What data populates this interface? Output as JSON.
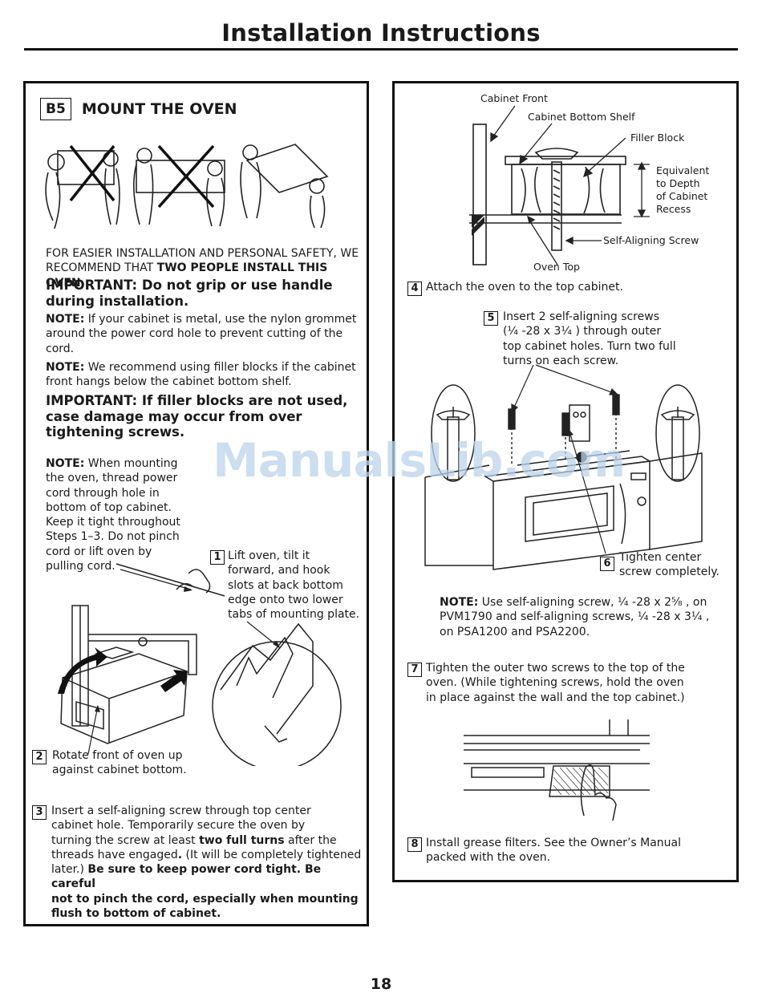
{
  "header": {
    "title": "Installation Instructions"
  },
  "left": {
    "section_code": "B5",
    "section_title": "MOUNT THE OVEN",
    "safety_line1": "FOR EASIER INSTALLATION AND PERSONAL SAFETY, WE",
    "safety_line2_a": "RECOMMEND THAT ",
    "safety_line2_b": "TWO PEOPLE INSTALL THIS OVEN.",
    "important1_l1": "IMPORTANT: Do not grip or use handle",
    "important1_l2": "during installation.",
    "note1_label": "NOTE:",
    "note1_l1": " If your cabinet is metal, use the nylon grommet",
    "note1_l2": "around the power cord hole to prevent cutting of the",
    "note1_l3": "cord.",
    "note2_label": "NOTE:",
    "note2_l1": " We recommend using filler blocks if the cabinet",
    "note2_l2": "front hangs below the cabinet bottom shelf.",
    "important2_l1": "IMPORTANT: If filler blocks are not used,",
    "important2_l2": "case damage may occur from over",
    "important2_l3": "tightening screws.",
    "note3_label": "NOTE:",
    "note3_l1": " When mounting",
    "note3_l2": "the oven, thread power",
    "note3_l3": "cord through hole in",
    "note3_l4": "bottom of top cabinet.",
    "note3_l5": "Keep it tight throughout",
    "note3_l6": "Steps 1–3. Do not pinch",
    "note3_l7": "cord or lift oven by",
    "note3_l8": "pulling cord.",
    "step1": {
      "num": "1",
      "l1": "Lift oven, tilt it",
      "l2": "forward, and hook",
      "l3": "slots at back bottom",
      "l4": "edge onto two lower",
      "l5": "tabs of mounting plate."
    },
    "step2": {
      "num": "2",
      "l1": "Rotate front of oven up",
      "l2": "against cabinet bottom."
    },
    "step3": {
      "num": "3",
      "l1": "Insert a self-aligning screw through top center",
      "l2": "cabinet hole. Temporarily secure the oven by",
      "l3a": "turning the screw at least ",
      "l3b": "two full turns",
      "l3c": " after the",
      "l4a": "threads have engaged",
      "l4b": ".",
      "l4c": " (It will be completely tightened",
      "l5a": "later.) ",
      "l5b": "Be sure to keep power cord tight. Be careful",
      "l6": "not to pinch the cord, especially when mounting",
      "l7": "flush to bottom of cabinet."
    }
  },
  "right": {
    "diagram_labels": {
      "cabinet_front": "Cabinet Front",
      "cabinet_bottom_shelf": "Cabinet Bottom Shelf",
      "filler_block": "Filler Block",
      "equiv_l1": "Equivalent",
      "equiv_l2": "to Depth",
      "equiv_l3": "of Cabinet",
      "equiv_l4": "Recess",
      "self_aligning_screw": "Self-Aligning Screw",
      "oven_top": "Oven Top"
    },
    "step4": {
      "num": "4",
      "text": "Attach the oven to the top cabinet."
    },
    "step5": {
      "num": "5",
      "l1": "Insert 2 self-aligning screws",
      "l2": "(¹⁄₄  -28 x 3¹⁄₄  ) through outer",
      "l3": "top cabinet holes. Turn two full",
      "l4": "turns on each screw."
    },
    "step6": {
      "num": "6",
      "l1": "Tighten center",
      "l2": "screw completely."
    },
    "note": {
      "label": "NOTE:",
      "l1": " Use self-aligning screw, ¹⁄₄  -28 x 2⁵⁄₈  , on",
      "l2": "PVM1790 and self-aligning screws, ¹⁄₄  -28 x 3¹⁄₄  ,",
      "l3": "on PSA1200 and PSA2200."
    },
    "step7": {
      "num": "7",
      "l1": "Tighten the outer two screws to the top of the",
      "l2": "oven. (While tightening screws, hold the oven",
      "l3": "in place against the wall and the top cabinet.)"
    },
    "step8": {
      "num": "8",
      "l1": "Install grease filters. See the Owner’s Manual",
      "l2": "packed with the oven."
    }
  },
  "watermark": "ManualsLib.com",
  "footer": {
    "page": "18"
  }
}
